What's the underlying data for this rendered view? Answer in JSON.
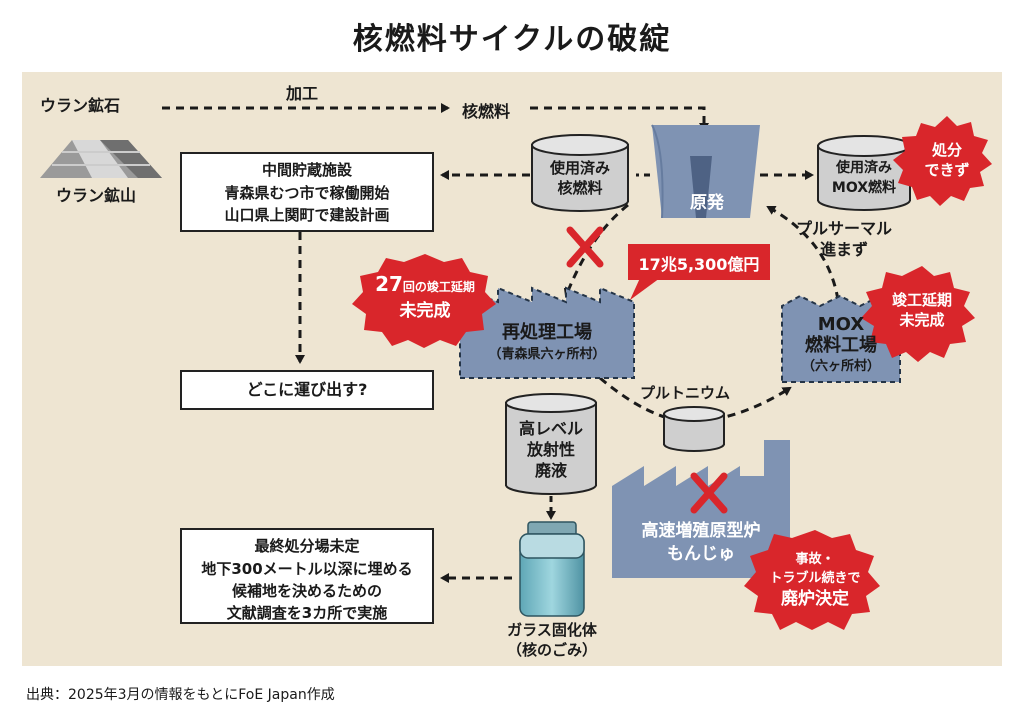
{
  "title": "核燃料サイクルの破綻",
  "footer": "出典：2025年3月の情報をもとにFoE Japan作成",
  "nodes": {
    "uranium_ore": "ウラン鉱石",
    "uranium_mine": "ウラン鉱山",
    "processing": "加工",
    "nuclear_fuel": "核燃料",
    "spent_fuel": [
      "使用済み",
      "核燃料"
    ],
    "nuclear_plant": "原発",
    "spent_mox": [
      "使用済み",
      "MOX燃料"
    ],
    "cannot_dispose": [
      "処分",
      "できず"
    ],
    "interim_storage": {
      "heading": "中間貯蔵施設",
      "lines": [
        "青森県むつ市で稼働開始",
        "山口県上関町で建設計画"
      ]
    },
    "where_to": "どこに運び出す?",
    "pluthermal": [
      "プルサーマル",
      "進まず"
    ],
    "cost": "17兆5,300億円",
    "delay27": {
      "top_num": "27",
      "top_rest": "回の竣工延期",
      "bottom": "未完成"
    },
    "reprocessing": [
      "再処理工場",
      "（青森県六ヶ所村）"
    ],
    "mox_plant": [
      "MOX",
      "燃料工場",
      "（六ヶ所村）"
    ],
    "mox_delay": [
      "竣工延期",
      "未完成"
    ],
    "plutonium": "プルトニウム",
    "hlw": [
      "高レベル",
      "放射性",
      "廃液"
    ],
    "monju": [
      "高速増殖原型炉",
      "もんじゅ"
    ],
    "monju_note": [
      "事故・",
      "トラブル続きで",
      "廃炉決定"
    ],
    "final_disposal": {
      "heading": "最終処分場未定",
      "lines": [
        "地下300メートル以深に埋める",
        "候補地を決めるための",
        "文献調査を3カ所で実施"
      ]
    },
    "glass": [
      "ガラス固化体",
      "（核のごみ）"
    ]
  },
  "colors": {
    "panel": "#eee5d2",
    "plant": "#7f93b3",
    "burst": "#d9262b",
    "cylinder": "#cfcfcf"
  }
}
